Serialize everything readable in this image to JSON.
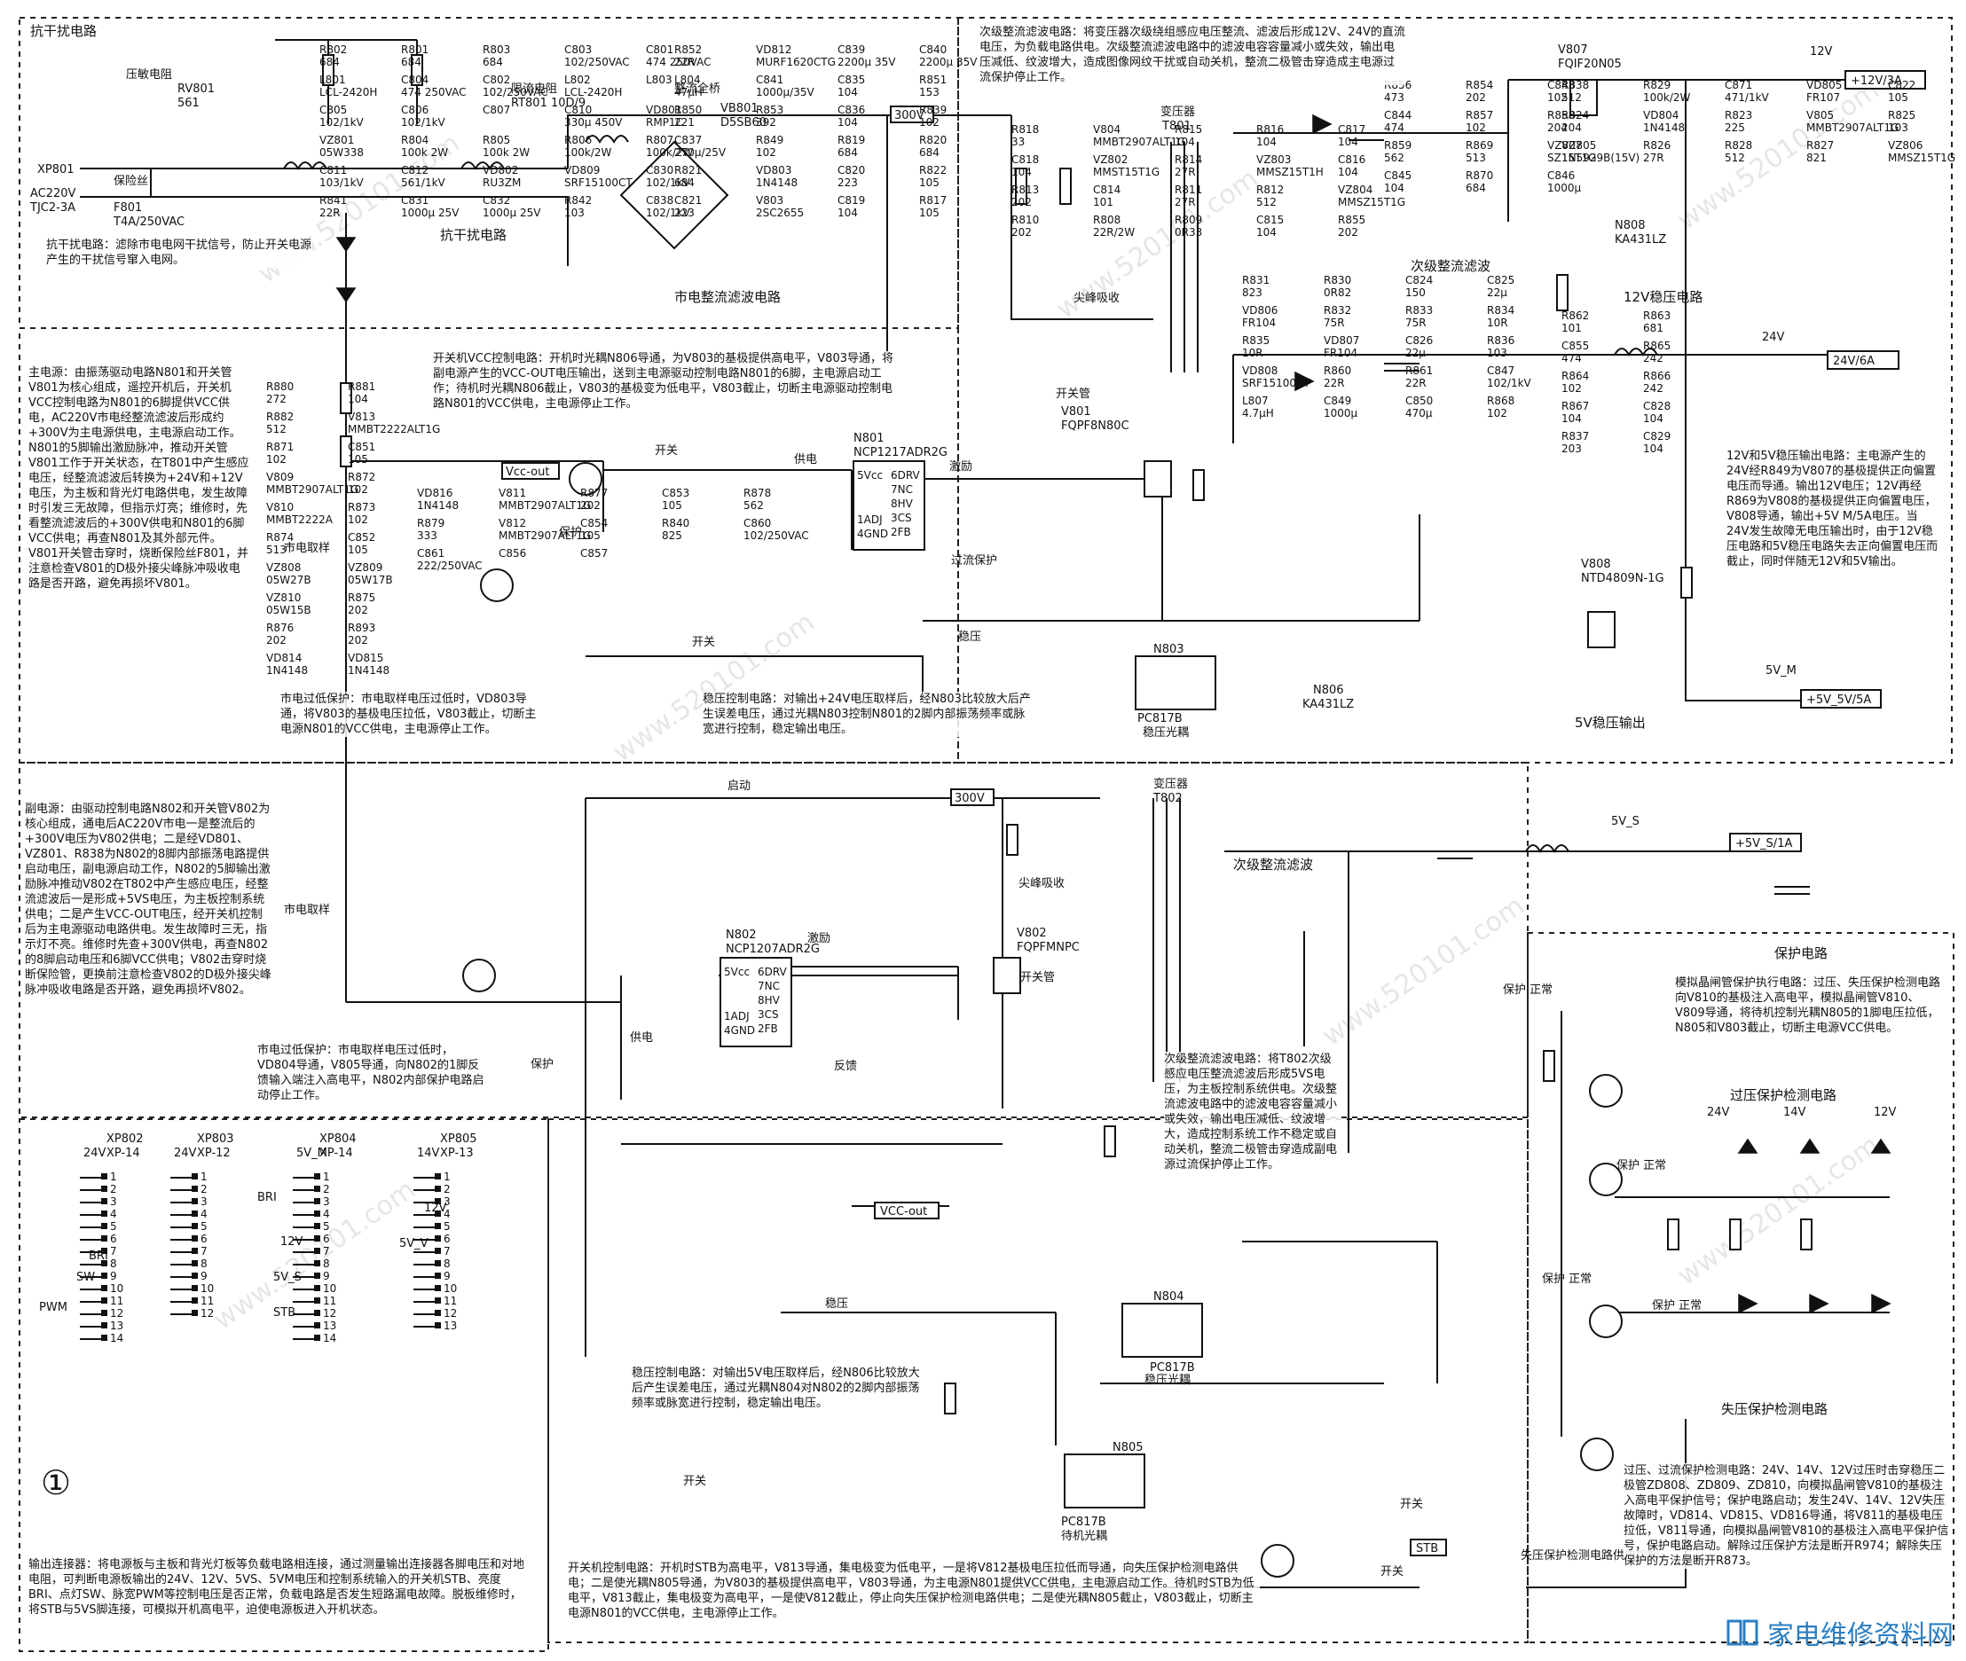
{
  "regions": {
    "emi_title": "抗干扰电路",
    "emi_label2": "抗干扰电路",
    "rectifier_title": "市电整流滤波电路",
    "secondary_title": "次级整流滤波",
    "reg12_title": "12V稳压电路",
    "reg5_title": "5V稳压输出",
    "standby_secondary": "次级整流滤波",
    "protect_title": "保护电路",
    "ovp_title": "过压保护检测电路",
    "uvp_title": "失压保护检测电路",
    "uvp_supply": "失压保护检测电路供电控制"
  },
  "notes": {
    "emi": "抗干扰电路：滤除市电电网干扰信号，防止开关电源产生的干扰信号窜入电网。",
    "secondary": "次级整流滤波电路：将变压器次级绕组感应电压整流、滤波后形成12V、24V的直流电压，为负载电路供电。次级整流滤波电路中的滤波电容容量减小或失效，输出电压减低、纹波增大，造成图像网纹干扰或自动关机，整流二极管击穿造成主电源过流保护停止工作。",
    "vcc_ctrl": "开关机VCC控制电路：开机时光耦N806导通，为V803的基极提供高电平，V803导通，将副电源产生的VCC-OUT电压输出，送到主电源驱动控制电路N801的6脚，主电源启动工作；待机时光耦N806截止，V803的基极变为低电平，V803截止，切断主电源驱动控制电路N801的VCC供电，主电源停止工作。",
    "main_power": "主电源：由振荡驱动电路N801和开关管V801为核心组成，遥控开机后，开关机VCC控制电路为N801的6脚提供VCC供电，AC220V市电经整流滤波后形成约+300V为主电源供电，主电源启动工作。N801的5脚输出激励脉冲，推动开关管V801工作于开关状态，在T801中产生感应电压，经整流滤波后转换为+24V和+12V电压，为主板和背光灯电路供电，发生故障时引发三无故障，但指示灯亮；维修时，先看整流滤波后的+300V供电和N801的6脚VCC供电；再查N801及其外部元件。V801开关管击穿时，烧断保险丝F801，并注意检查V801的D极外接尖峰脉冲吸收电路是否开路，避免再损坏V801。",
    "mains_ovp_main": "市电过低保护：市电取样电压过低时，VD803导通，将V803的基极电压拉低，V803截止，切断主电源N801的VCC供电，主电源停止工作。",
    "stab_main": "稳压控制电路：对输出+24V电压取样后，经N803比较放大后产生误差电压，通过光耦N803控制N801的2脚内部振荡频率或脉宽进行控制，稳定输出电压。",
    "reg12_5": "12V和5V稳压输出电路：主电源产生的24V经R849为V807的基极提供正向偏置电压而导通。输出12V电压；12V再经R869为V808的基极提供正向偏置电压，V808导通，输出+5V M/5A电压。当24V发生故障无电压输出时，由于12V稳压电路和5V稳压电路失去正向偏置电压而截止，同时伴随无12V和5V输出。",
    "aux_power": "副电源：由驱动控制电路N802和开关管V802为核心组成，通电后AC220V市电一是整流后的+300V电压为V802供电；二是经VD801、VZ801、R838为N802的8脚内部振荡电路提供启动电压，副电源启动工作，N802的5脚输出激励脉冲推动V802在T802中产生感应电压，经整流滤波后一是形成+5VS电压，为主板控制系统供电；二是产生VCC-OUT电压，经开关机控制后为主电源驱动电路供电。发生故障时三无，指示灯不亮。维修时先查+300V供电，再查N802的8脚启动电压和6脚VCC供电；V802击穿时烧断保险管，更换前注意检查V802的D极外接尖峰脉冲吸收电路是否开路，避免再损坏V802。",
    "mains_ovp_aux": "市电过低保护：市电取样电压过低时，VD804导通，V805导通，向N802的1脚反馈输入端注入高电平，N802内部保护电路启动停止工作。",
    "aux_secondary": "次级整流滤波电路：将T802次级感应电压整流滤波后形成5VS电压，为主板控制系统供电。次级整流滤波电路中的滤波电容容量减小或失效，输出电压减低、纹波增大，造成控制系统工作不稳定或自动关机，整流二极管击穿造成副电源过流保护停止工作。",
    "protect": "模拟晶闸管保护执行电路：过压、失压保护检测电路向V810的基极注入高电平，模拟晶闸管V810、V809导通，将待机控制光耦N805的1脚电压拉低，N805和V803截止，切断主电源VCC供电。",
    "stab_aux": "稳压控制电路：对输出5V电压取样后，经N806比较放大后产生误差电压，通过光耦N804对N802的2脚内部振荡频率或脉宽进行控制，稳定输出电压。",
    "onoff": "开关机控制电路：开机时STB为高电平，V813导通，集电极变为低电平，一是将V812基极电压拉低而导通，向失压保护检测电路供电；二是使光耦N805导通，为V803的基极提供高电平，V803导通，为主电源N801提供VCC供电，主电源启动工作。待机时STB为低电平，V813截止，集电极变为高电平，一是使V812截止，停止向失压保护检测电路供电；二是使光耦N805截止，V803截止，切断主电源N801的VCC供电，主电源停止工作。",
    "ovp_desc": "过压、过流保护检测电路：24V、14V、12V过压时击穿稳压二极管ZD808、ZD809、ZD810，向模拟晶闸管V810的基极注入高电平保护信号；保护电路启动；发生24V、14V、12V失压故障时，VD814、VD815、VD816导通，将V811的基极电压拉低，V811导通，向模拟晶闸管V810的基极注入高电平保护信号，保护电路启动。解除过压保护方法是断开R974；解除失压保护的方法是断开R873。",
    "connectors": "输出连接器：将电源板与主板和背光灯板等负载电路相连接，通过测量输出连接器各脚电压和对地电阻，可判断电源板输出的24V、12V、5VS、5VM电压和控制系统输入的开关机STB、亮度BRI、点灯SW、脉宽PWM等控制电压是否正常，负载电路是否发生短路漏电故障。脱板维修时，将STB与5VS脚连接，可模拟开机高电平，迫使电源板进入开机状态。"
  },
  "inputs": {
    "xp801": "XP801",
    "ac": "AC220V",
    "tjc": "TJC2-3A",
    "fuse": "保险丝",
    "f801": "F801",
    "f801_val": "T4A/250VAC",
    "varistor": "压敏电阻",
    "rv801": "RV801",
    "rv801_val": "561",
    "limit": "限流电阻",
    "rt801": "RT801  10D/9",
    "bridge": "整流全桥",
    "vb801": "VB801",
    "vb801_val": "D5SB60"
  },
  "rails": {
    "v300": "300V",
    "v300b": "300V",
    "v12": "12V",
    "v12_tag": "+12V/3A",
    "v24": "24V",
    "v24_tag": "24V/6A",
    "v5m": "5V_M",
    "v5m_tag": "+5V_5V/5A",
    "v5s": "5V_S",
    "v5s_tag": "+5V_S/1A",
    "vcc_out": "Vcc-out",
    "vcc_out2": "VCC-out",
    "stb": "STB"
  },
  "signals": {
    "mains_sample": "市电取样",
    "mains_sample2": "市电取样",
    "switch": "开关",
    "switch2": "开关",
    "switch3": "开关",
    "switch4": "开关",
    "switch5": "开关",
    "protect": "保护",
    "protect2": "保护",
    "supply": "供电",
    "supply2": "供电",
    "drive": "激励",
    "drive2": "激励",
    "ocp": "过流保护",
    "stabilize": "稳压",
    "stabilize2": "稳压",
    "startup": "启动",
    "feedback": "反馈",
    "snubber": "尖峰吸收",
    "snubber2": "尖峰吸收",
    "switch_tube": "开关管",
    "switch_tube2": "开关管",
    "xfmr": "变压器",
    "xfmr2": "变压器",
    "t801": "T801",
    "t802": "T802",
    "opto_stab": "稳压光耦",
    "opto_stab2": "稳压光耦",
    "opto_standby": "待机光耦",
    "protect_normal": "保护 正常",
    "protect_normal2": "保护 正常",
    "protect_normal3": "保护 正常",
    "protect_normal4": "保护 正常"
  },
  "ics": {
    "n801": "N801",
    "n801_part": "NCP1217ADR2G",
    "n801_pins": [
      "5Vcc",
      "1ADJ",
      "4GND",
      "6DRV",
      "7NC",
      "8HV",
      "3CS",
      "2FB"
    ],
    "n802": "N802",
    "n802_part": "NCP1207ADR2G",
    "n802_pins": [
      "5Vcc",
      "1ADJ",
      "4GND",
      "6DRV",
      "7NC",
      "8HV",
      "3CS",
      "2FB"
    ],
    "v801": "V801",
    "v801_part": "FQPF8N80C",
    "v802": "V802",
    "v802_part": "FQPFMNPC",
    "v807": "V807",
    "v807_part": "FQIF20N05",
    "v808": "V808",
    "v808_part": "NTD4809N-1G",
    "n803": "N803",
    "n803_part": "PC817B",
    "n804": "N804",
    "n804_part": "PC817B",
    "n805": "N805",
    "n805_part": "PC817B",
    "n806": "N806",
    "n806_part": "KA431LZ",
    "n808": "N808",
    "n808_part": "KA431LZ"
  },
  "components": [
    {
      "ref": "R802",
      "val": "684"
    },
    {
      "ref": "R801",
      "val": "684"
    },
    {
      "ref": "R803",
      "val": "684"
    },
    {
      "ref": "C803",
      "val": "102/250VAC"
    },
    {
      "ref": "C801",
      "val": "474 250VAC"
    },
    {
      "ref": "L801",
      "val": "LCL-2420H"
    },
    {
      "ref": "C804",
      "val": "474 250VAC"
    },
    {
      "ref": "C802",
      "val": "102/250VAC"
    },
    {
      "ref": "L802",
      "val": "LCL-2420H"
    },
    {
      "ref": "L803",
      "val": ""
    },
    {
      "ref": "C805",
      "val": "102/1kV"
    },
    {
      "ref": "C806",
      "val": "102/1kV"
    },
    {
      "ref": "C807",
      "val": ""
    },
    {
      "ref": "C810",
      "val": "330μ 450V"
    },
    {
      "ref": "VD801",
      "val": "RMP1C"
    },
    {
      "ref": "VZ801",
      "val": "05W338"
    },
    {
      "ref": "R804",
      "val": "100k 2W"
    },
    {
      "ref": "R805",
      "val": "100k 2W"
    },
    {
      "ref": "R806",
      "val": "100k/2W"
    },
    {
      "ref": "R807",
      "val": "100k/2W"
    },
    {
      "ref": "C811",
      "val": "103/1kV"
    },
    {
      "ref": "C812",
      "val": "561/1kV"
    },
    {
      "ref": "VD802",
      "val": "RU3ZM"
    },
    {
      "ref": "VD809",
      "val": "SRF15100CT"
    },
    {
      "ref": "C830",
      "val": "102/1kV"
    },
    {
      "ref": "R841",
      "val": "22R"
    },
    {
      "ref": "C831",
      "val": "1000μ 25V"
    },
    {
      "ref": "C832",
      "val": "1000μ 25V"
    },
    {
      "ref": "R842",
      "val": "103"
    },
    {
      "ref": "C838",
      "val": "102/1kV"
    },
    {
      "ref": "R852",
      "val": "22R"
    },
    {
      "ref": "VD812",
      "val": "MURF1620CTG"
    },
    {
      "ref": "C839",
      "val": "2200μ 35V"
    },
    {
      "ref": "C840",
      "val": "2200μ 35V"
    },
    {
      "ref": "L804",
      "val": "47μH"
    },
    {
      "ref": "C841",
      "val": "1000μ/35V"
    },
    {
      "ref": "C835",
      "val": "104"
    },
    {
      "ref": "R851",
      "val": "153"
    },
    {
      "ref": "R850",
      "val": "221"
    },
    {
      "ref": "R853",
      "val": "392"
    },
    {
      "ref": "C836",
      "val": "104"
    },
    {
      "ref": "R839",
      "val": "102"
    },
    {
      "ref": "C837",
      "val": "270μ/25V"
    },
    {
      "ref": "R849",
      "val": "102"
    },
    {
      "ref": "R819",
      "val": "684"
    },
    {
      "ref": "R820",
      "val": "684"
    },
    {
      "ref": "R821",
      "val": "684"
    },
    {
      "ref": "VD803",
      "val": "1N4148"
    },
    {
      "ref": "C820",
      "val": "223"
    },
    {
      "ref": "R822",
      "val": "105"
    },
    {
      "ref": "C821",
      "val": "223"
    },
    {
      "ref": "V803",
      "val": "2SC2655"
    },
    {
      "ref": "C819",
      "val": "104"
    },
    {
      "ref": "R817",
      "val": "105"
    },
    {
      "ref": "R818",
      "val": "33"
    },
    {
      "ref": "V804",
      "val": "MMBT2907ALT1G"
    },
    {
      "ref": "R815",
      "val": "104"
    },
    {
      "ref": "R816",
      "val": "104"
    },
    {
      "ref": "C817",
      "val": "104"
    },
    {
      "ref": "C818",
      "val": "104"
    },
    {
      "ref": "VZ802",
      "val": "MMST15T1G"
    },
    {
      "ref": "R814",
      "val": "27R"
    },
    {
      "ref": "VZ803",
      "val": "MMSZ15T1H"
    },
    {
      "ref": "C816",
      "val": "104"
    },
    {
      "ref": "R813",
      "val": "202"
    },
    {
      "ref": "C814",
      "val": "101"
    },
    {
      "ref": "R811",
      "val": "27R"
    },
    {
      "ref": "R812",
      "val": "512"
    },
    {
      "ref": "VZ804",
      "val": "MMSZ15T1G"
    },
    {
      "ref": "R810",
      "val": "202"
    },
    {
      "ref": "R808",
      "val": "22R/2W"
    },
    {
      "ref": "R809",
      "val": "0R33"
    },
    {
      "ref": "C815",
      "val": "104"
    },
    {
      "ref": "R855",
      "val": "202"
    },
    {
      "ref": "R856",
      "val": "473"
    },
    {
      "ref": "R854",
      "val": "202"
    },
    {
      "ref": "C843",
      "val": "102"
    },
    {
      "ref": "C844",
      "val": "474"
    },
    {
      "ref": "R857",
      "val": "102"
    },
    {
      "ref": "R858",
      "val": "204"
    },
    {
      "ref": "R859",
      "val": "562"
    },
    {
      "ref": "R869",
      "val": "513"
    },
    {
      "ref": "VZ807",
      "val": "SZ15T1G"
    },
    {
      "ref": "C845",
      "val": "104"
    },
    {
      "ref": "R870",
      "val": "684"
    },
    {
      "ref": "C846",
      "val": "1000μ"
    },
    {
      "ref": "R838",
      "val": "512"
    },
    {
      "ref": "R829",
      "val": "100k/2W"
    },
    {
      "ref": "C871",
      "val": "471/1kV"
    },
    {
      "ref": "VD805",
      "val": "FR107"
    },
    {
      "ref": "C822",
      "val": "105"
    },
    {
      "ref": "R824",
      "val": "204"
    },
    {
      "ref": "VD804",
      "val": "1N4148"
    },
    {
      "ref": "R823",
      "val": "225"
    },
    {
      "ref": "V805",
      "val": "MMBT2907ALT1G"
    },
    {
      "ref": "R825",
      "val": "103"
    },
    {
      "ref": "VZ805",
      "val": "1N5929B(15V)"
    },
    {
      "ref": "R826",
      "val": "27R"
    },
    {
      "ref": "R828",
      "val": "512"
    },
    {
      "ref": "R827",
      "val": "821"
    },
    {
      "ref": "VZ806",
      "val": "MMSZ15T1G"
    },
    {
      "ref": "R831",
      "val": "823"
    },
    {
      "ref": "R830",
      "val": "0R82"
    },
    {
      "ref": "C824",
      "val": "150"
    },
    {
      "ref": "C825",
      "val": "22μ"
    },
    {
      "ref": "VD806",
      "val": "FR104"
    },
    {
      "ref": "R832",
      "val": "75R"
    },
    {
      "ref": "R833",
      "val": "75R"
    },
    {
      "ref": "R834",
      "val": "10R"
    },
    {
      "ref": "R835",
      "val": "10R"
    },
    {
      "ref": "VD807",
      "val": "FR104"
    },
    {
      "ref": "C826",
      "val": "22μ"
    },
    {
      "ref": "R836",
      "val": "103"
    },
    {
      "ref": "VD808",
      "val": "SRF15100CT"
    },
    {
      "ref": "R860",
      "val": "22R"
    },
    {
      "ref": "R861",
      "val": "22R"
    },
    {
      "ref": "C847",
      "val": "102/1kV"
    },
    {
      "ref": "L807",
      "val": "4.7μH"
    },
    {
      "ref": "C849",
      "val": "1000μ"
    },
    {
      "ref": "C850",
      "val": "470μ"
    },
    {
      "ref": "R868",
      "val": "102"
    },
    {
      "ref": "R862",
      "val": "101"
    },
    {
      "ref": "R863",
      "val": "681"
    },
    {
      "ref": "C855",
      "val": "474"
    },
    {
      "ref": "R865",
      "val": "242"
    },
    {
      "ref": "R864",
      "val": "102"
    },
    {
      "ref": "R866",
      "val": "242"
    },
    {
      "ref": "R867",
      "val": "104"
    },
    {
      "ref": "C828",
      "val": "104"
    },
    {
      "ref": "R837",
      "val": "203"
    },
    {
      "ref": "C829",
      "val": "104"
    },
    {
      "ref": "R880",
      "val": "272"
    },
    {
      "ref": "R881",
      "val": "104"
    },
    {
      "ref": "R882",
      "val": "512"
    },
    {
      "ref": "V813",
      "val": "MMBT2222ALT1G"
    },
    {
      "ref": "R871",
      "val": "102"
    },
    {
      "ref": "C851",
      "val": "105"
    },
    {
      "ref": "V809",
      "val": "MMBT2907ALT1G"
    },
    {
      "ref": "R872",
      "val": "102"
    },
    {
      "ref": "V810",
      "val": "MMBT2222A"
    },
    {
      "ref": "R873",
      "val": "102"
    },
    {
      "ref": "R874",
      "val": "513"
    },
    {
      "ref": "C852",
      "val": "105"
    },
    {
      "ref": "VZ808",
      "val": "05W27B"
    },
    {
      "ref": "VZ809",
      "val": "05W17B"
    },
    {
      "ref": "VZ810",
      "val": "05W15B"
    },
    {
      "ref": "R875",
      "val": "202"
    },
    {
      "ref": "R876",
      "val": "202"
    },
    {
      "ref": "R893",
      "val": "202"
    },
    {
      "ref": "VD814",
      "val": "1N4148"
    },
    {
      "ref": "VD815",
      "val": "1N4148"
    },
    {
      "ref": "VD816",
      "val": "1N4148"
    },
    {
      "ref": "V811",
      "val": "MMBT2907ALT1G"
    },
    {
      "ref": "R877",
      "val": "202"
    },
    {
      "ref": "C853",
      "val": "105"
    },
    {
      "ref": "R878",
      "val": "562"
    },
    {
      "ref": "R879",
      "val": "333"
    },
    {
      "ref": "V812",
      "val": "MMBT2907ALT1G"
    },
    {
      "ref": "C854",
      "val": "105"
    },
    {
      "ref": "R840",
      "val": "825"
    },
    {
      "ref": "C860",
      "val": "102/250VAC"
    },
    {
      "ref": "C861",
      "val": "222/250VAC"
    },
    {
      "ref": "C856",
      "val": ""
    },
    {
      "ref": "C857",
      "val": ""
    }
  ],
  "connectors": [
    {
      "ref": "XP802",
      "type": "XP-14",
      "rail": "24V",
      "pins": 14
    },
    {
      "ref": "XP803",
      "type": "XP-12",
      "rail": "24V",
      "pins": 12
    },
    {
      "ref": "XP804",
      "type": "XP-14",
      "rail": "5V_M",
      "pins": 14
    },
    {
      "ref": "XP805",
      "type": "XP-13",
      "rail": "14V",
      "pins": 13
    }
  ],
  "connector_labels": {
    "bri": "BRI",
    "sw": "SW",
    "pwm": "PWM",
    "bri2": "BRI",
    "v12": "12V",
    "v5s": "5V_S",
    "stb": "STB",
    "v12b": "12V",
    "v5v": "5V_V",
    "v24": "24V",
    "v14": "14V",
    "v12c": "12V"
  },
  "fig_number": "①",
  "logo": "家电维修资料网",
  "watermark": "www.520101.com"
}
